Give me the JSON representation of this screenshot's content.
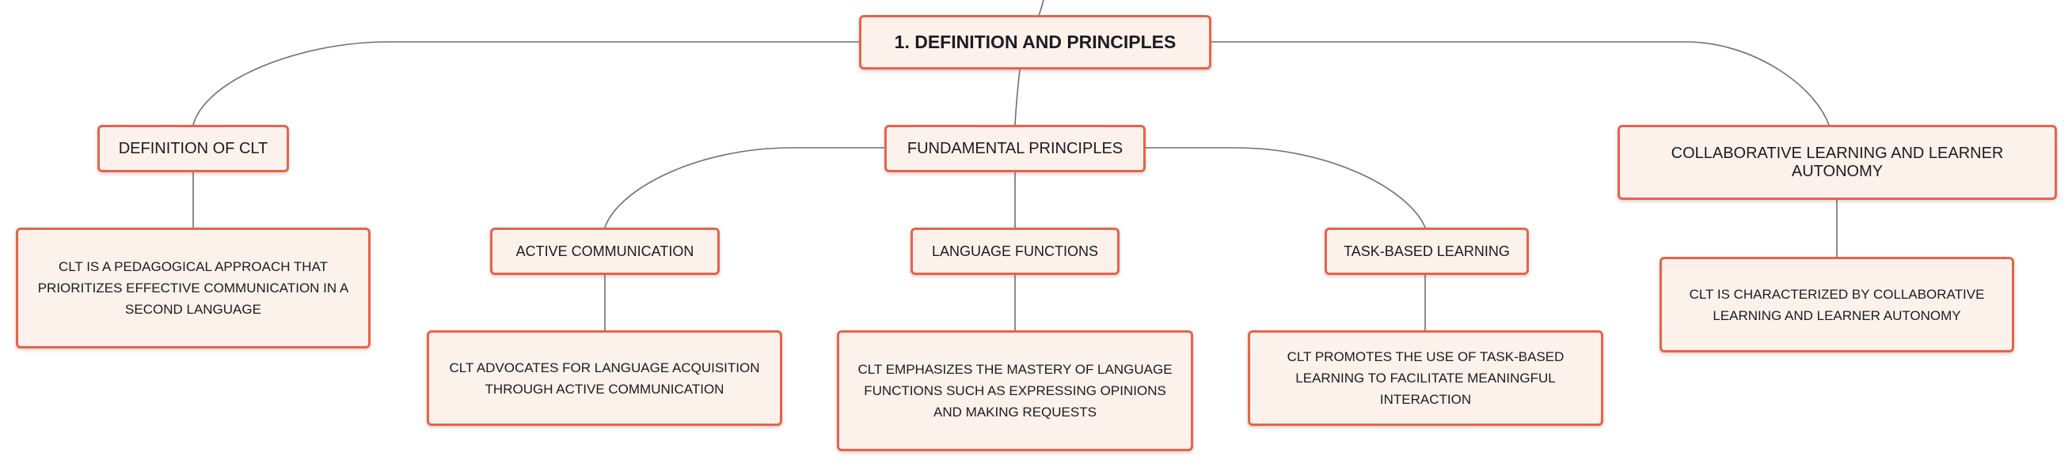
{
  "colors": {
    "node_fill": "#fdf1ec",
    "node_border": "#e4644d",
    "connector": "#6f6f6f",
    "text": "#1c1c1c"
  },
  "root": {
    "label": "1. DEFINITION AND PRINCIPLES"
  },
  "branches": {
    "definition": {
      "label": "DEFINITION OF CLT",
      "detail": "CLT IS A PEDAGOGICAL APPROACH THAT PRIORITIZES EFFECTIVE COMMUNICATION IN A SECOND LANGUAGE"
    },
    "principles": {
      "label": "FUNDAMENTAL PRINCIPLES",
      "children": {
        "active": {
          "label": "ACTIVE COMMUNICATION",
          "detail": "CLT ADVOCATES FOR LANGUAGE ACQUISITION THROUGH ACTIVE COMMUNICATION"
        },
        "functions": {
          "label": "LANGUAGE FUNCTIONS",
          "detail": "CLT EMPHASIZES THE MASTERY OF LANGUAGE FUNCTIONS SUCH AS EXPRESSING OPINIONS AND MAKING REQUESTS"
        },
        "task": {
          "label": "TASK-BASED LEARNING",
          "detail": "CLT PROMOTES THE USE OF TASK-BASED LEARNING TO FACILITATE MEANINGFUL INTERACTION"
        }
      }
    },
    "collaborative": {
      "label": "COLLABORATIVE LEARNING AND LEARNER AUTONOMY",
      "detail": "CLT IS CHARACTERIZED BY COLLABORATIVE LEARNING AND LEARNER AUTONOMY"
    }
  }
}
